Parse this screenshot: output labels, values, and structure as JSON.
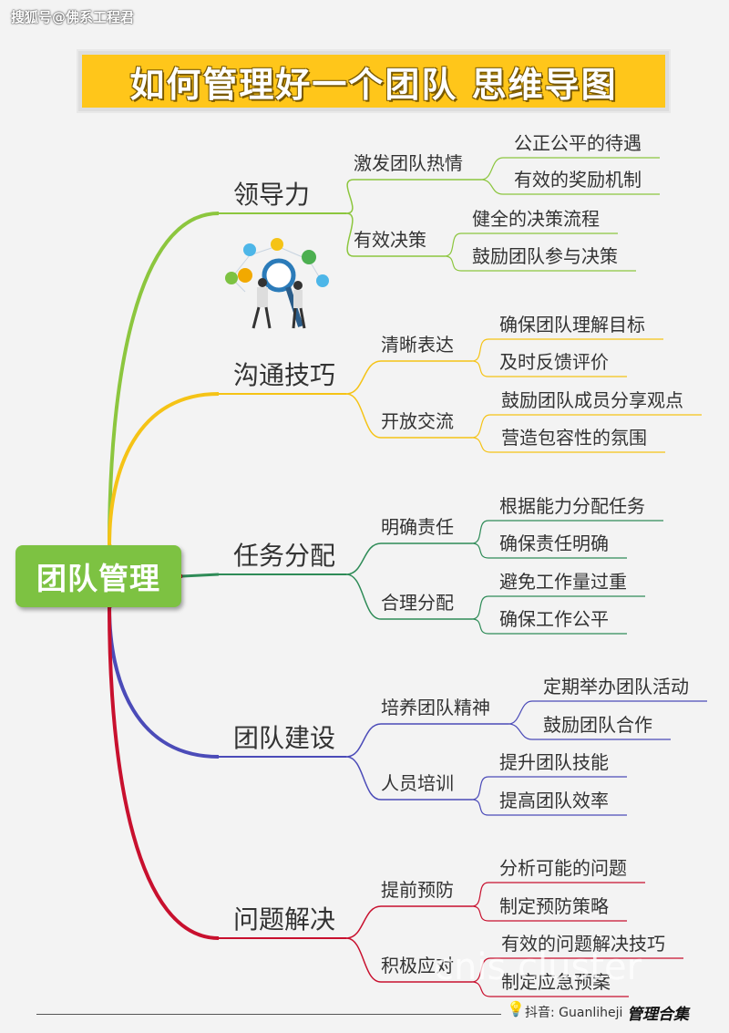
{
  "watermark_top": "搜狐号@佛系工程君",
  "title": "如何管理好一个团队  思维导图",
  "root": "团队管理",
  "branches": [
    {
      "label": "领导力",
      "color": "#8cc63e",
      "subs": [
        {
          "label": "激发团队热情",
          "items": [
            "公正公平的待遇",
            "有效的奖励机制"
          ]
        },
        {
          "label": "有效决策",
          "items": [
            "健全的决策流程",
            "鼓励团队参与决策"
          ]
        }
      ]
    },
    {
      "label": "沟通技巧",
      "color": "#f5c316",
      "subs": [
        {
          "label": "清晰表达",
          "items": [
            "确保团队理解目标",
            "及时反馈评价"
          ]
        },
        {
          "label": "开放交流",
          "items": [
            "鼓励团队成员分享观点",
            "营造包容性的氛围"
          ]
        }
      ]
    },
    {
      "label": "任务分配",
      "color": "#2e8b57",
      "subs": [
        {
          "label": "明确责任",
          "items": [
            "根据能力分配任务",
            "确保责任明确"
          ]
        },
        {
          "label": "合理分配",
          "items": [
            "避免工作量过重",
            "确保工作公平"
          ]
        }
      ]
    },
    {
      "label": "团队建设",
      "color": "#4b4bb8",
      "subs": [
        {
          "label": "培养团队精神",
          "items": [
            "定期举办团队活动",
            "鼓励团队合作"
          ]
        },
        {
          "label": "人员培训",
          "items": [
            "提升团队技能",
            "提高团队效率"
          ]
        }
      ]
    },
    {
      "label": "问题解决",
      "color": "#c8102e",
      "subs": [
        {
          "label": "提前预防",
          "items": [
            "分析可能的问题",
            "制定预防策略"
          ]
        },
        {
          "label": "积极应对",
          "items": [
            "有效的问题解决技巧",
            "制定应急预案"
          ]
        }
      ]
    }
  ],
  "watermark_overlay": "cnis cluster",
  "footer": {
    "icon": "lightbulb-icon",
    "text": "抖音: Guanliheji",
    "brand": "管理合集"
  }
}
